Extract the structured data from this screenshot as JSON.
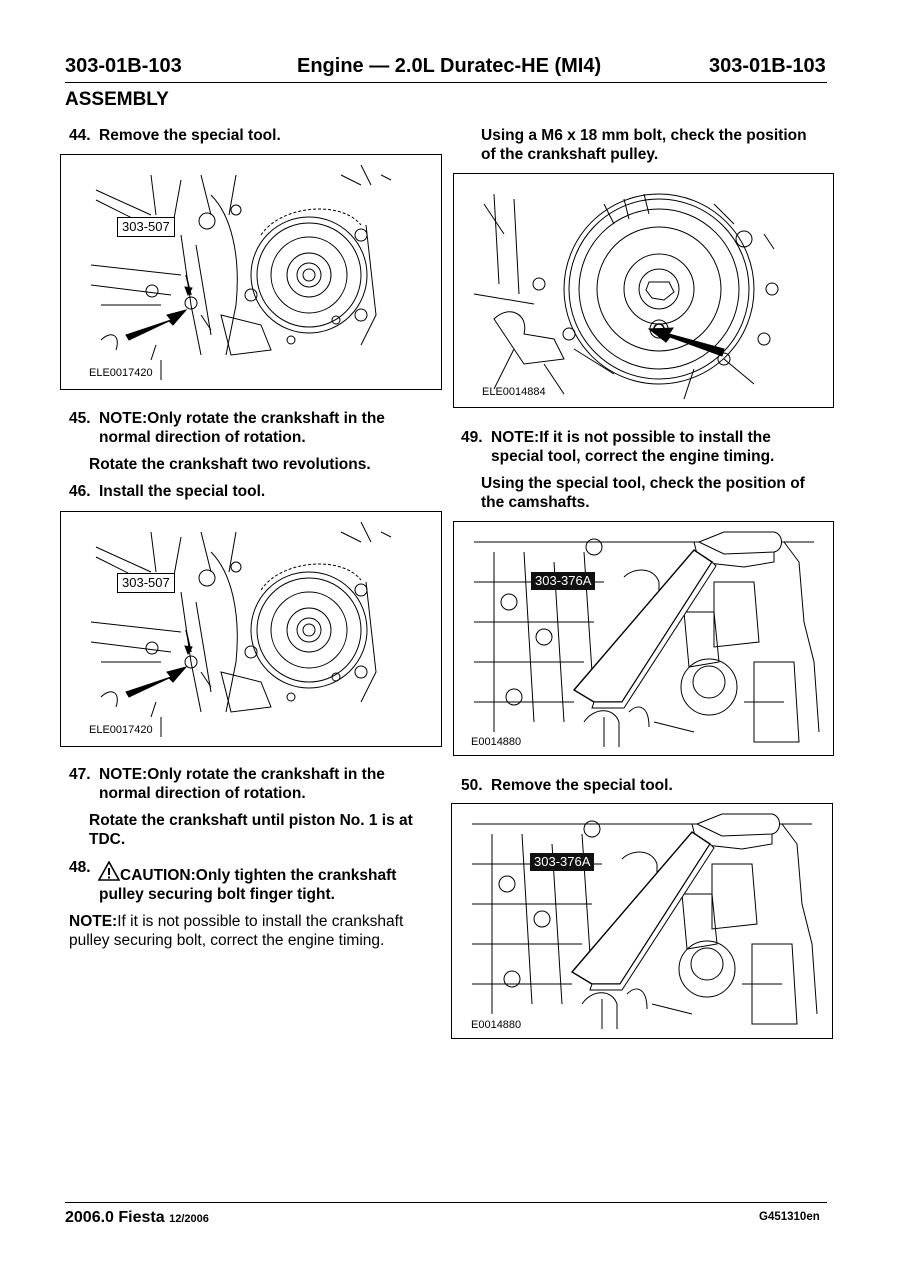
{
  "header": {
    "left_code": "303-01B-103",
    "title": "Engine — 2.0L Duratec-HE (MI4)",
    "right_code": "303-01B-103"
  },
  "section_title": "ASSEMBLY",
  "left_column": {
    "step44": {
      "num": "44.",
      "text": "Remove the special tool."
    },
    "fig1": {
      "id": "ELE0017420",
      "callout": "303-507"
    },
    "step45": {
      "num": "45.",
      "note_line1": "NOTE:Only rotate the crankshaft in the",
      "note_line2": "normal direction of rotation.",
      "action": "Rotate the crankshaft two revolutions."
    },
    "step46": {
      "num": "46.",
      "text": "Install the special tool."
    },
    "fig2": {
      "id": "ELE0017420",
      "callout": "303-507"
    },
    "step47": {
      "num": "47.",
      "note_line1": "NOTE:Only rotate the crankshaft in the",
      "note_line2": "normal direction of rotation.",
      "action_line1": "Rotate the crankshaft until piston No. 1 is at",
      "action_line2": "TDC."
    },
    "step48": {
      "num": "48.",
      "caution_line1": "CAUTION:Only tighten the crankshaft",
      "caution_line2": "pulley securing bolt finger tight.",
      "note_label": "NOTE:",
      "note_line1": "If it is not possible to install the crankshaft",
      "note_line2": "pulley securing bolt, correct the engine timing."
    }
  },
  "right_column": {
    "intro": {
      "line1": "Using a M6 x 18 mm bolt, check the position",
      "line2": "of the crankshaft pulley."
    },
    "fig3": {
      "id": "ELE0014884"
    },
    "step49": {
      "num": "49.",
      "note_line1": "NOTE:If it is not possible to install the",
      "note_line2": "special tool, correct the engine timing.",
      "action_line1": "Using the special tool, check the position of",
      "action_line2": "the camshafts."
    },
    "fig4": {
      "id": "E0014880",
      "callout": "303-376A"
    },
    "step50": {
      "num": "50.",
      "text": "Remove the special tool."
    },
    "fig5": {
      "id": "E0014880",
      "callout": "303-376A"
    }
  },
  "footer": {
    "model": "2006.0 Fiesta",
    "date": "12/2006",
    "doc_code": "G451310en"
  }
}
